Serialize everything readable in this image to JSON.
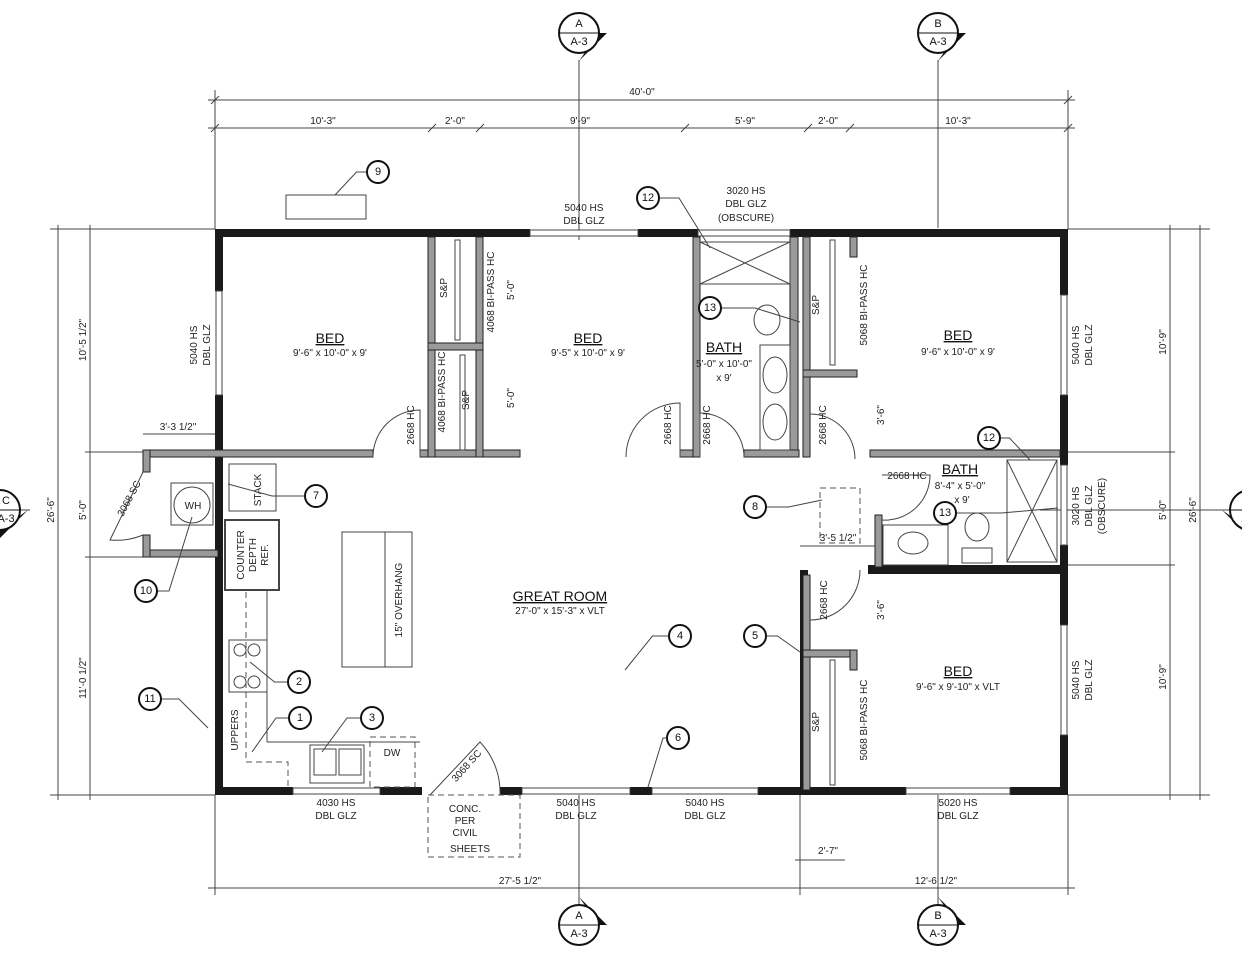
{
  "dims": {
    "overall_top": "40'-0\"",
    "top": [
      "10'-3\"",
      "2'-0\"",
      "9'-9\"",
      "5'-9\"",
      "2'-0\"",
      "10'-3\""
    ],
    "bottom_left": "27'-5 1/2\"",
    "bottom_right": "12'-6 1/2\"",
    "bottom_small": "2'-7\"",
    "left_overall": "26'-6\"",
    "left": [
      "10'-5 1/2\"",
      "5'-0\"",
      "11'-0 1/2\""
    ],
    "left_closet": "3'-3 1/2\"",
    "right_overall": "26'-6\"",
    "right": [
      "10'-9\"",
      "5'-0\"",
      "10'-9\""
    ],
    "interior": {
      "closet_a": "5'-0\"",
      "closet_b": "5'-0\"",
      "hall_a": "3'-6\"",
      "hall_b": "3'-6\"",
      "hall_w": "3'-5 1/2\""
    }
  },
  "rooms": [
    {
      "name": "BED",
      "size": "9'-6\" x 10'-0\" x 9'"
    },
    {
      "name": "BED",
      "size": "9'-5\" x 10'-0\" x 9'"
    },
    {
      "name": "BATH",
      "size": "5'-0\" x 10'-0\"",
      "size2": "x 9'"
    },
    {
      "name": "BED",
      "size": "9'-6\" x 10'-0\" x 9'"
    },
    {
      "name": "BATH",
      "size": "8'-4\" x 5'-0\"",
      "size2": "x 9'"
    },
    {
      "name": "GREAT ROOM",
      "size": "27'-0\" x 15'-3\" x VLT"
    },
    {
      "name": "BED",
      "size": "9'-6\" x 9'-10\" x VLT"
    }
  ],
  "windows": {
    "top_bed2": [
      "5040 HS",
      "DBL GLZ"
    ],
    "top_bath": [
      "3020 HS",
      "DBL GLZ",
      "(OBSCURE)"
    ],
    "left_bed": [
      "5040 HS",
      "DBL GLZ"
    ],
    "right_bed_upper": [
      "5040 HS",
      "DBL GLZ"
    ],
    "right_bath": [
      "3020 HS",
      "DBL GLZ",
      "(OBSCURE)"
    ],
    "right_bed_lower": [
      "5040 HS",
      "DBL GLZ"
    ],
    "bottom_kitchen": [
      "4030 HS",
      "DBL GLZ"
    ],
    "bottom_great_1": [
      "5040 HS",
      "DBL GLZ"
    ],
    "bottom_great_2": [
      "5040 HS",
      "DBL GLZ"
    ],
    "bottom_bed": [
      "5020 HS",
      "DBL GLZ"
    ]
  },
  "doors": {
    "hc": "2668 HC",
    "sc": "3068 SC",
    "bipass_4068": "4068 BI-PASS HC",
    "bipass_5068": "5068 BI-PASS HC",
    "sp": "S&P"
  },
  "fixtures": {
    "wh": "WH",
    "stack": "STACK",
    "ref": [
      "COUNTER",
      "DEPTH",
      "REF."
    ],
    "overhang": "15\" OVERHANG",
    "uppers": "UPPERS",
    "dw": "DW",
    "conc": [
      "CONC.",
      "PER",
      "CIVIL",
      "SHEETS"
    ]
  },
  "callouts": [
    "1",
    "2",
    "3",
    "4",
    "5",
    "6",
    "7",
    "8",
    "9",
    "10",
    "11",
    "12",
    "13"
  ],
  "sections": {
    "a": {
      "letter": "A",
      "sheet": "A-3"
    },
    "b": {
      "letter": "B",
      "sheet": "A-3"
    },
    "c": {
      "letter": "C",
      "sheet": "A-3"
    }
  }
}
